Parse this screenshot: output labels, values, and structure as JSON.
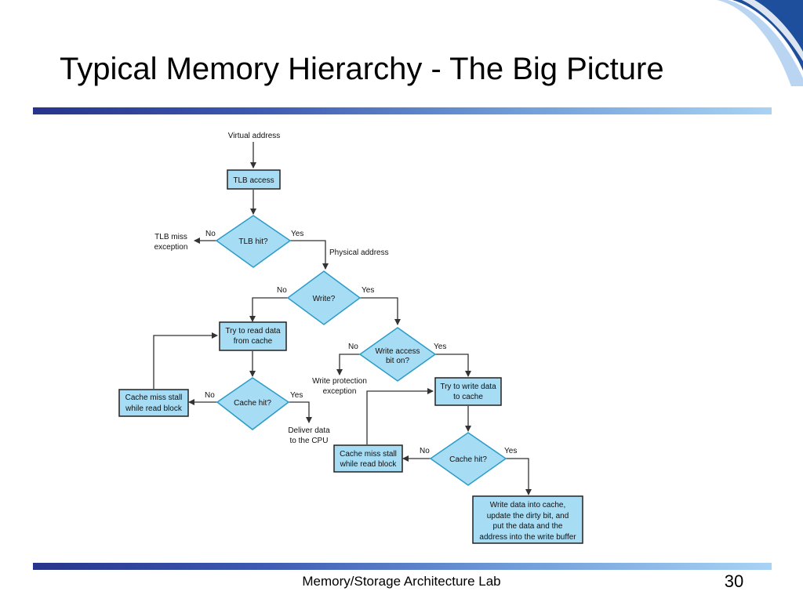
{
  "slide": {
    "title": "Typical Memory Hierarchy - The Big Picture",
    "footer": "Memory/Storage Architecture Lab",
    "page_number": "30"
  },
  "diagram": {
    "virtual_address": "Virtual address",
    "tlb_access": "TLB access",
    "tlb_hit": "TLB hit?",
    "tlb_miss_exception": [
      "TLB miss",
      "exception"
    ],
    "physical_address": "Physical address",
    "write_decision": "Write?",
    "read_from_cache": [
      "Try to read data",
      "from cache"
    ],
    "write_access_bit": [
      "Write access",
      "bit on?"
    ],
    "write_protection_exception": [
      "Write protection",
      "exception"
    ],
    "read_miss_stall": [
      "Cache miss stall",
      "while read block"
    ],
    "read_cache_hit": "Cache hit?",
    "deliver_cpu": [
      "Deliver data",
      "to the CPU"
    ],
    "write_to_cache": [
      "Try to write data",
      "to cache"
    ],
    "write_miss_stall": [
      "Cache miss stall",
      "while read block"
    ],
    "write_cache_hit": "Cache hit?",
    "write_data_cache": [
      "Write data into cache,",
      "update the dirty bit, and",
      "put the data and the",
      "address into the write buffer"
    ],
    "yes": "Yes",
    "no": "No"
  }
}
